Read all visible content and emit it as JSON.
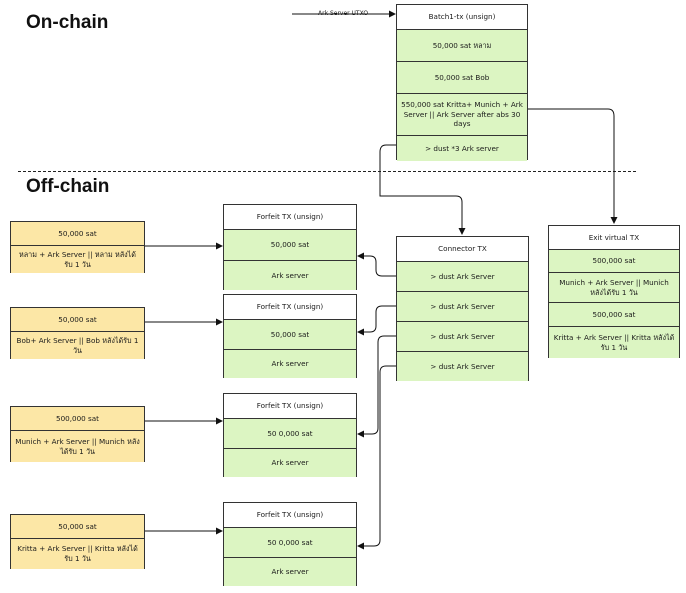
{
  "headings": {
    "onchain": "On-chain",
    "offchain": "Off-chain"
  },
  "ark_utxo_label": "Ark Server UTXO",
  "batch": {
    "title": "Batch1-tx (unsign)",
    "outputs": [
      "50,000 sat หลาม",
      "50,000 sat Bob",
      "550,000 sat Kritta+ Munich + Ark Server || Ark Server after abs 30 days",
      "> dust *3  Ark server"
    ]
  },
  "users": [
    {
      "amount": "50,000 sat",
      "desc": "หลาม + Ark Server || หลาม หลังได้รับ 1 วัน"
    },
    {
      "amount": "50,000 sat",
      "desc": "Bob+ Ark Server || Bob หลังได้รับ 1 วัน"
    },
    {
      "amount": "500,000 sat",
      "desc": "Munich + Ark Server || Munich หลังได้รับ 1 วัน"
    },
    {
      "amount": "50,000 sat",
      "desc": "Kritta + Ark Server || Kritta หลังได้รับ 1 วัน"
    }
  ],
  "forfeits": [
    {
      "title": "Forfeit TX (unsign)",
      "amount": "50,000 sat",
      "server": "Ark server"
    },
    {
      "title": "Forfeit TX (unsign)",
      "amount": "50,000 sat",
      "server": "Ark server"
    },
    {
      "title": "Forfeit TX (unsign)",
      "amount": "50 0,000 sat",
      "server": "Ark server"
    },
    {
      "title": "Forfeit TX (unsign)",
      "amount": "50 0,000 sat",
      "server": "Ark server"
    }
  ],
  "connector": {
    "title": "Connector TX",
    "outputs": [
      "> dust Ark Server",
      "> dust Ark Server",
      "> dust Ark Server",
      "> dust Ark Server"
    ]
  },
  "exit": {
    "title": "Exit virtual TX",
    "outputs": [
      "500,000 sat",
      "Munich + Ark Server || Munich หลังได้รับ 1 วัน",
      "500,000 sat",
      "Kritta + Ark Server || Kritta หลังได้รับ 1 วัน"
    ]
  }
}
